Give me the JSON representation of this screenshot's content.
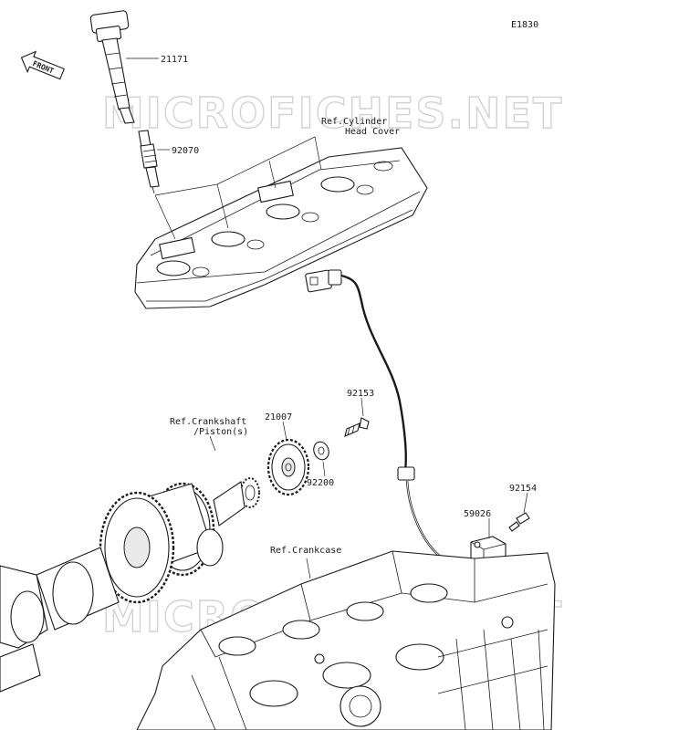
{
  "diagram_code": "E1830",
  "front_label": "FRONT",
  "watermark": "MICROFICHES.NET",
  "parts": [
    {
      "id": "ignition-coil",
      "number": "21171"
    },
    {
      "id": "spark-plug",
      "number": "92070"
    },
    {
      "id": "bolt-upper",
      "number": "92153"
    },
    {
      "id": "rotor-gear",
      "number": "21007"
    },
    {
      "id": "washer",
      "number": "92200"
    },
    {
      "id": "sensor",
      "number": "59026"
    },
    {
      "id": "bolt-lower",
      "number": "92154"
    }
  ],
  "references": {
    "cylinder_head_cover_line1": "Ref.Cylinder",
    "cylinder_head_cover_line2": "Head Cover",
    "crankshaft_line1": "Ref.Crankshaft",
    "crankshaft_line2": "/Piston(s)",
    "crankcase": "Ref.Crankcase"
  }
}
